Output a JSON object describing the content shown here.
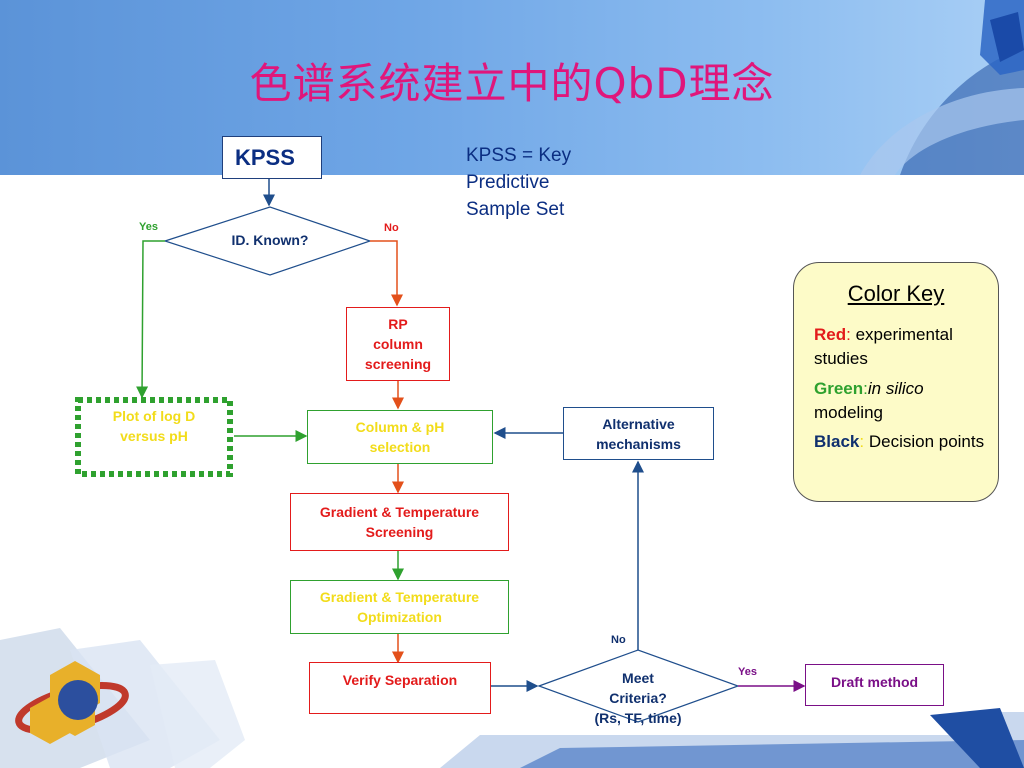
{
  "title": "色谱系统建立中的QbD理念",
  "kpss_label": "KPSS",
  "kpss_note": "KPSS = Key\nPredictive\nSample Set",
  "id_known": "ID. Known?",
  "id_known_yes": "Yes",
  "id_known_no": "No",
  "rp_screening": "RP\ncolumn\nscreening",
  "log_d_plot": "Plot of log D\nversus pH",
  "column_ph": "Column & pH\nselection",
  "alt_mechanisms": "Alternative\nmechanisms",
  "gradient_screening": "Gradient & Temperature\nScreening",
  "gradient_optimization": "Gradient & Temperature\nOptimization",
  "verify_separation": "Verify Separation",
  "meet_criteria": "Meet\nCriteria?\n(Rs, TF, time)",
  "meet_criteria_no": "No",
  "meet_criteria_yes": "Yes",
  "draft_method": "Draft method",
  "color_key": {
    "title": "Color Key",
    "red_label": "Red",
    "red_sep": ":",
    "red_text": " experimental studies",
    "green_label": "Green",
    "green_sep": ":",
    "green_italic": "in silico",
    "green_text": " modeling",
    "black_label": "Black",
    "black_sep": ":",
    "black_text": " Decision points"
  },
  "colors": {
    "red": "#e31b1b",
    "green": "#2fa12f",
    "yellow_text": "#f2dc1a",
    "dark_blue": "#10306e",
    "purple": "#7a0f87",
    "title_pink": "#e0167b",
    "key_bg": "#fdfbc8"
  }
}
